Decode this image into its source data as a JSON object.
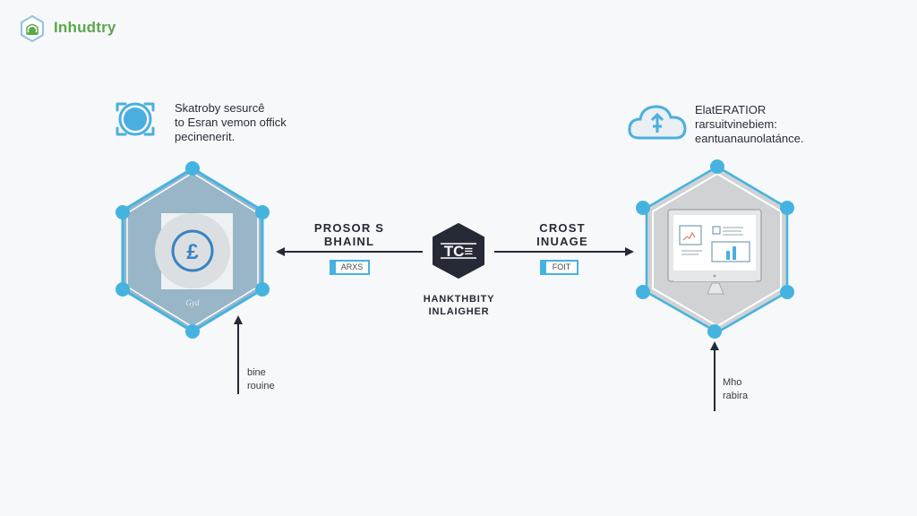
{
  "brand": {
    "name": "Inhudtry",
    "logo_icon": "hexagon-logo-icon",
    "color": "#5aa84a"
  },
  "colors": {
    "accent": "#45b3e0",
    "dark": "#262a36",
    "hex_left_fill": "#98b6c8",
    "hex_right_fill": "#d0d2d4"
  },
  "left_panel": {
    "icon": "target-drone-icon",
    "caption_lines": [
      "Skatroby sesurcê",
      "to Esran vemon offick",
      "pecinenerit."
    ],
    "center_icon": "pound-currency-icon",
    "signature": "Gyd",
    "note_lines": [
      "bine",
      "rouine"
    ]
  },
  "right_panel": {
    "icon": "cloud-upload-icon",
    "caption_lines": [
      "ElatERATIOR",
      "rarsuitvinebiem:",
      "eantuanaunolatánce."
    ],
    "center_icon": "monitor-dashboard-icon",
    "note_lines": [
      "Mho",
      "rabira"
    ]
  },
  "left_connector": {
    "label_lines": [
      "PROSOR S",
      "BHAINL"
    ],
    "tag": "ARXS"
  },
  "right_connector": {
    "label_lines": [
      "CROST",
      "INUAGE"
    ],
    "tag": "FOIT"
  },
  "center_node": {
    "icon": "tcs-hexagon-icon",
    "glyph": "TC≡",
    "label_lines": [
      "HANKTHBITY",
      "INLAIGHER"
    ]
  }
}
